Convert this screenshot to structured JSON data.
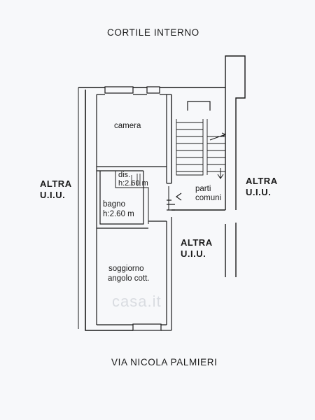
{
  "labels": {
    "top_title": "CORTILE INTERNO",
    "bottom_title": "VIA NICOLA PALMIERI",
    "altra_left_1": "ALTRA",
    "altra_left_2": "U.I.U.",
    "altra_right_1": "ALTRA",
    "altra_right_2": "U.I.U.",
    "altra_center_1": "ALTRA",
    "altra_center_2": "U.I.U."
  },
  "rooms": {
    "camera": "camera",
    "dis_line1": "dis.",
    "dis_line2": "h:2.60 m",
    "bagno_line1": "bagno",
    "bagno_line2": "h:2.60 m",
    "parti_line1": "parti",
    "parti_line2": "comuni",
    "soggiorno_line1": "soggiorno",
    "soggiorno_line2": "angolo cott."
  },
  "watermark": "casa.it",
  "colors": {
    "background": "#f7f8fa",
    "wall": "#1a1a1a"
  }
}
